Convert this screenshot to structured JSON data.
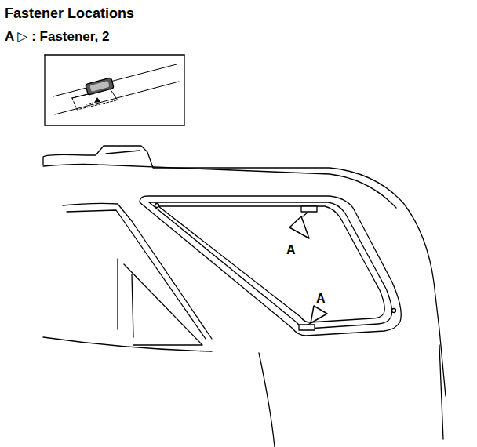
{
  "diagram": {
    "title": "Fastener Locations",
    "labels": [
      "A ▷ : Fastener, 2",
      "A",
      "A"
    ]
  }
}
